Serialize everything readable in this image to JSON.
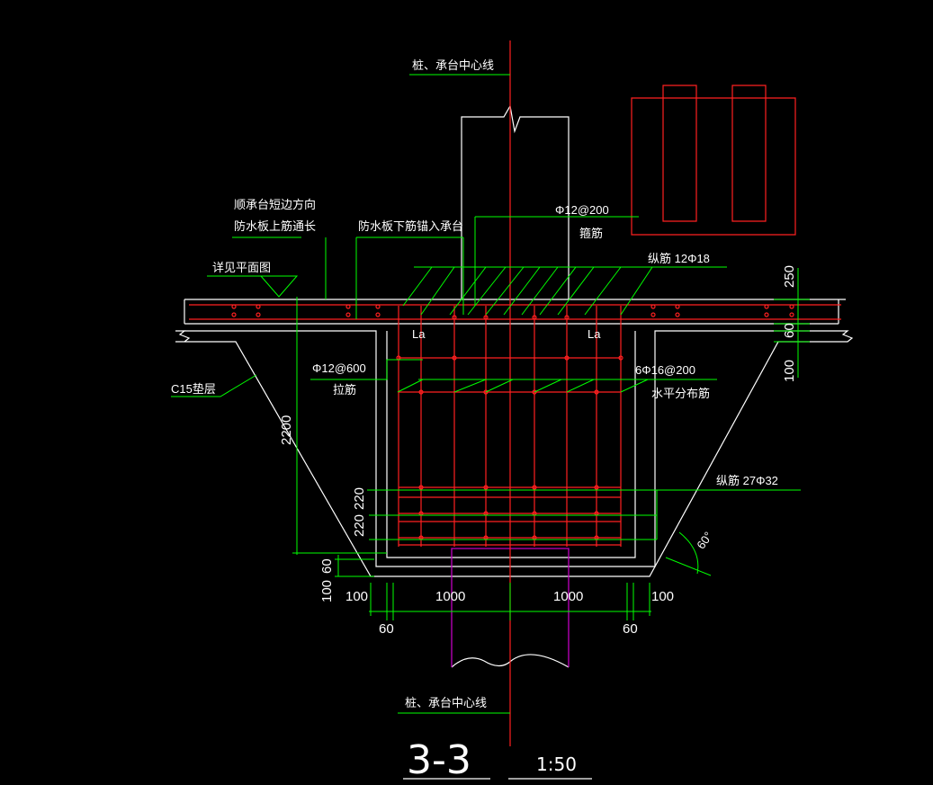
{
  "labels": {
    "centerline_top": "桩、承台中心线",
    "centerline_bottom": "桩、承台中心线",
    "short_edge_line1": "顺承台短边方向",
    "short_edge_line2": "防水板上筋通长",
    "anchor_note": "防水板下筋锚入承台",
    "stirrup_spec": "Φ12@200",
    "stirrup_name": "箍筋",
    "long_bar_top": "纵筋 12Φ18",
    "see_plan": "详见平面图",
    "la_left": "La",
    "la_right": "La",
    "tie_spec": "Φ12@600",
    "tie_name": "拉筋",
    "horiz_spec": "6Φ16@200",
    "horiz_name": "水平分布筋",
    "cushion": "C15垫层",
    "long_bar_bottom": "纵筋 27Φ32",
    "angle": "60°",
    "section_title": "3-3",
    "scale": "1:50"
  },
  "dimensions": {
    "d250": "250",
    "d60_right": "60",
    "d100_right": "100",
    "d2200": "2200",
    "d220a": "220",
    "d220b": "220",
    "d60_left": "60",
    "d100_left_v": "100",
    "d100_left": "100",
    "d1000_left": "1000",
    "d1000_right": "1000",
    "d100_right_h": "100",
    "d60_bl": "60",
    "d60_br": "60"
  },
  "colors": {
    "background": "#000000",
    "outline": "#ffffff",
    "rebar": "#ff2020",
    "leader": "#00ff00",
    "pile": "#c000c0"
  }
}
